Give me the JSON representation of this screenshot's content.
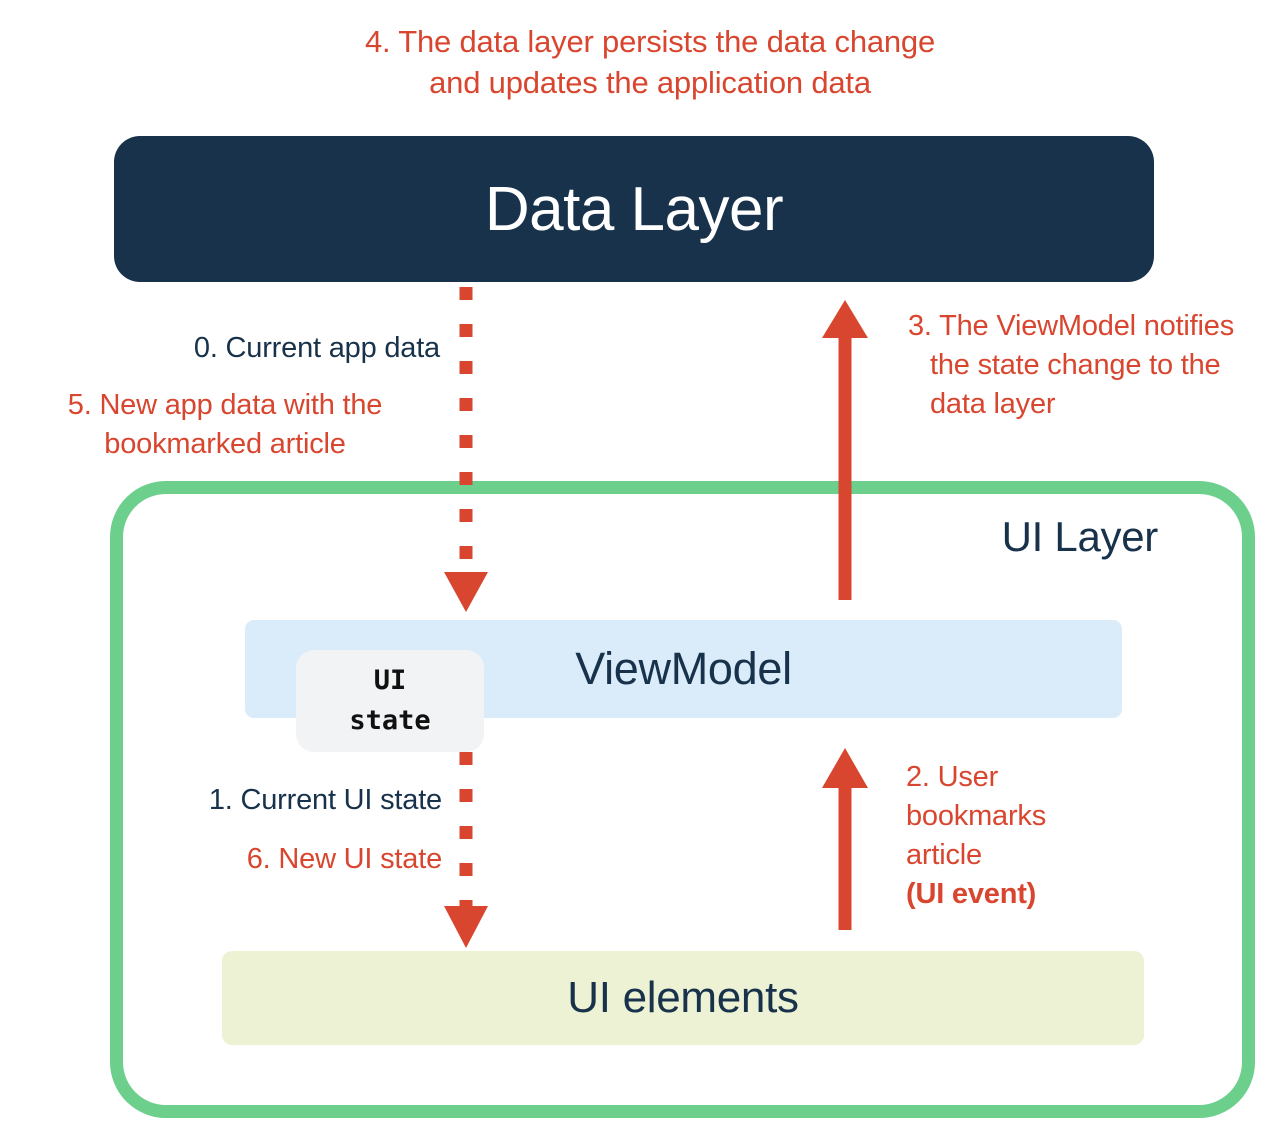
{
  "diagram": {
    "title_caption": "4. The data layer persists the data change and updates the application data",
    "top_caption_line1": "4. The data layer persists the data change",
    "top_caption_line2": "and updates the application data",
    "colors": {
      "red": "#d9462f",
      "navy": "#17324a",
      "green_border": "#6ccf8c",
      "viewmodel_blue": "#daebfa",
      "ui_elements_green": "#edf2d4",
      "chip_gray": "#f1f3f4",
      "white": "#ffffff"
    },
    "boxes": {
      "data_layer": "Data Layer",
      "ui_layer": "UI Layer",
      "viewmodel": "ViewModel",
      "ui_elements": "UI elements",
      "ui_state_chip_line1": "UI",
      "ui_state_chip_line2": "state"
    },
    "callouts": {
      "step0": "0. Current app data",
      "step5_line1": "5. New app data with the",
      "step5_line2": "bookmarked article",
      "step3": "3. The ViewModel notifies the state change to the data layer",
      "step1": "1. Current UI state",
      "step6": "6. New UI state",
      "step2_line1": "2. User",
      "step2_line2": "bookmarks",
      "step2_line3": "article",
      "step2_line4_bold": "(UI event)"
    },
    "arrows": {
      "data_to_viewmodel": "dotted-down-arrow",
      "viewmodel_to_data": "solid-up-arrow",
      "viewmodel_to_ui_elements": "dotted-down-arrow",
      "ui_elements_to_viewmodel": "solid-up-arrow"
    }
  }
}
